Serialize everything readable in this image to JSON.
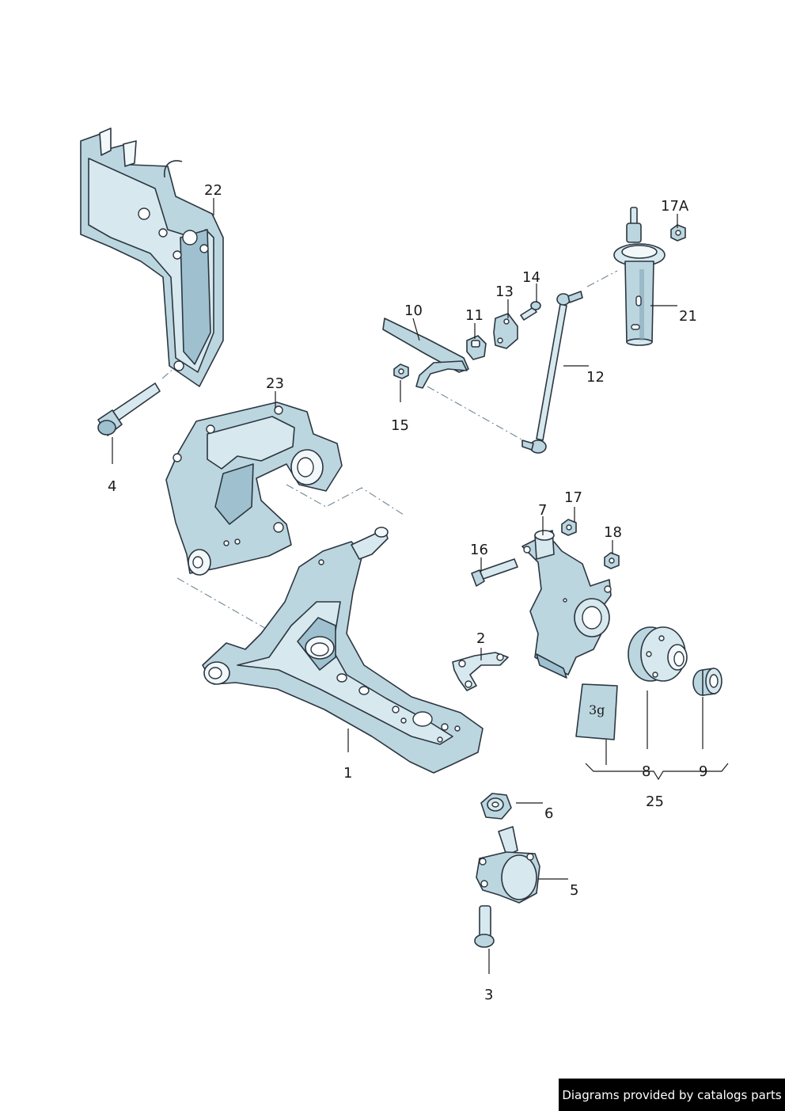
{
  "callouts": {
    "c1": "1",
    "c2": "2",
    "c3": "3",
    "c4": "4",
    "c5": "5",
    "c6": "6",
    "c7": "7",
    "c8": "8",
    "c9": "9",
    "c10": "10",
    "c11": "11",
    "c12": "12",
    "c13": "13",
    "c14": "14",
    "c15": "15",
    "c16": "16",
    "c17": "17",
    "c17a": "17A",
    "c18": "18",
    "c21": "21",
    "c22": "22",
    "c23": "23",
    "c25": "25"
  },
  "bag_label": "3g",
  "footer": {
    "credit": "Diagrams provided by catalogs parts"
  },
  "colors": {
    "part_fill": "#bcd6e0",
    "part_outline": "#2b3640",
    "footer_bg": "#000000"
  }
}
